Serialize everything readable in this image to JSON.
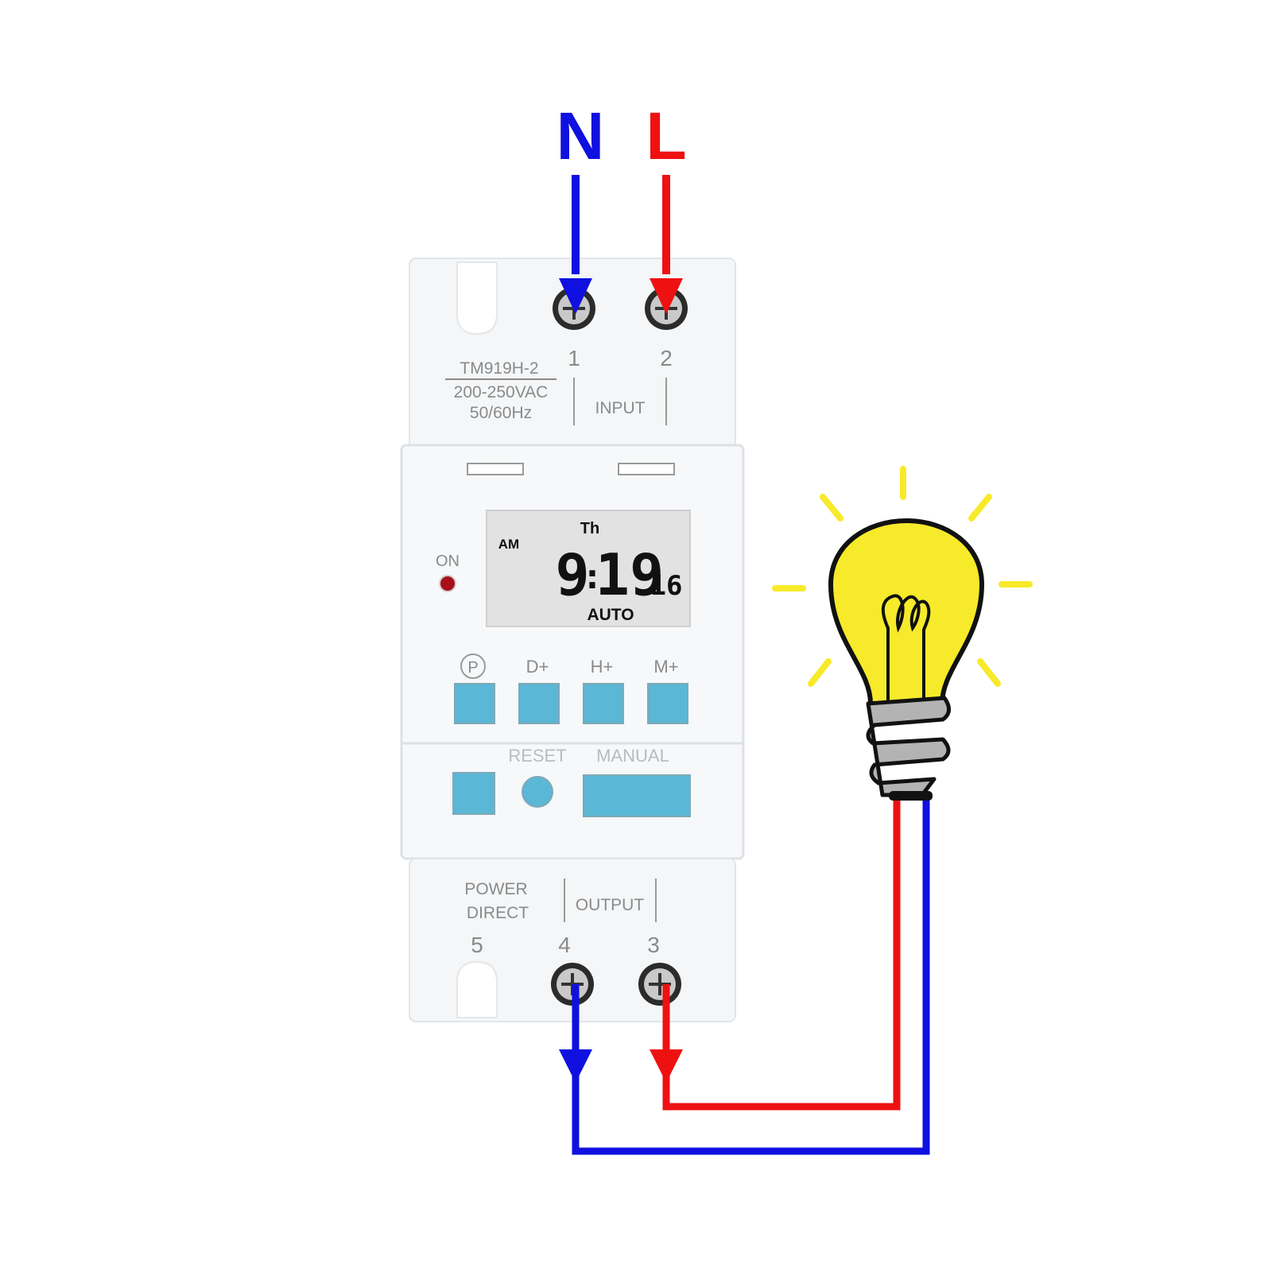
{
  "wiring": {
    "neutral_label": "N",
    "live_label": "L",
    "neutral_color": "#1010e0",
    "live_color": "#ee1111"
  },
  "device": {
    "model": "TM919H-2",
    "voltage": "200-250VAC",
    "frequency": "50/60Hz",
    "input_label": "INPUT",
    "output_label": "OUTPUT",
    "power_direct_line1": "POWER",
    "power_direct_line2": "DIRECT",
    "terminals": {
      "t1": "1",
      "t2": "2",
      "t3": "3",
      "t4": "4",
      "t5": "5"
    },
    "on_label": "ON",
    "button_color": "#5bb7d6",
    "buttons_top": [
      "P",
      "D+",
      "H+",
      "M+"
    ],
    "buttons_bottom_labels": [
      "RESET",
      "MANUAL"
    ],
    "display": {
      "day": "Th",
      "period": "AM",
      "hours": "9",
      "minutes": "19",
      "seconds": "16",
      "mode": "AUTO"
    }
  },
  "lamp": {
    "glass_color": "#f7ea2a"
  }
}
